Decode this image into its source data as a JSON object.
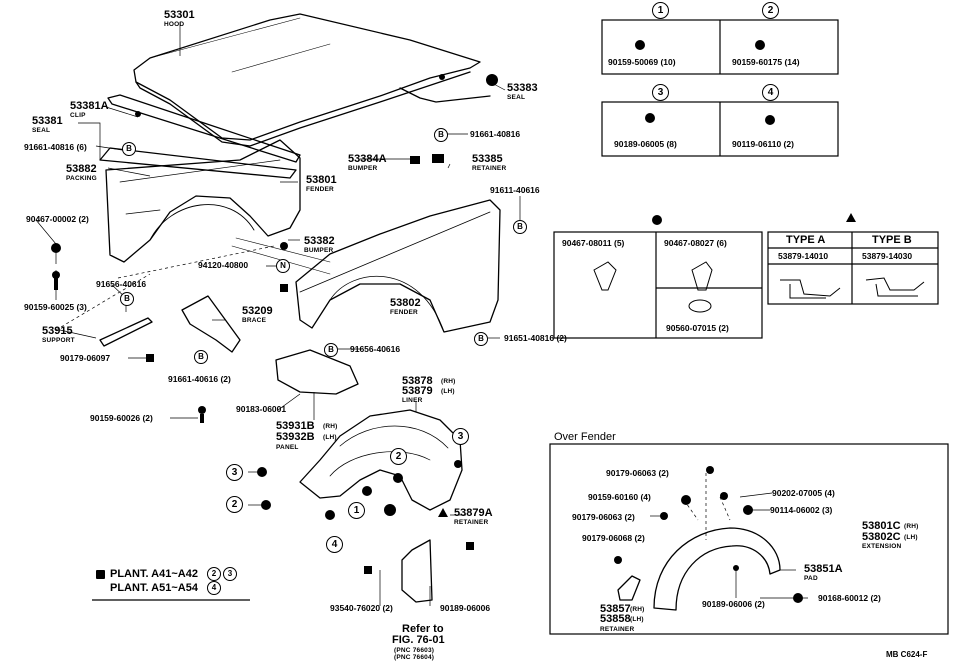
{
  "hood": {
    "num": "53301",
    "name": "HOOD"
  },
  "hood_seal": {
    "num": "53383",
    "name": "SEAL"
  },
  "clip": {
    "num": "53381A",
    "name": "CLIP"
  },
  "seal": {
    "num": "53381",
    "name": "SEAL"
  },
  "bolt_b1": {
    "num": "91661-40816 (6)"
  },
  "packing": {
    "num": "53882",
    "name": "PACKING"
  },
  "fender_lh": {
    "num": "53801",
    "name": "FENDER"
  },
  "bolt_b2": {
    "num": "91661-40816"
  },
  "bumper1": {
    "num": "53384A",
    "name": "BUMPER"
  },
  "retainer1": {
    "num": "53385",
    "name": "RETAINER"
  },
  "bolt_b3": {
    "num": "91611-40616"
  },
  "clip2": {
    "num": "90467-00002 (2)"
  },
  "bumper2": {
    "num": "53382",
    "name": "BUMPER"
  },
  "nut_n": {
    "num": "94120-40800"
  },
  "bolt_3": {
    "num": "90159-60025 (3)"
  },
  "bolt_b4": {
    "num": "91656-40616"
  },
  "fender_rh": {
    "num": "53802",
    "name": "FENDER"
  },
  "brace": {
    "num": "53209",
    "name": "BRACE"
  },
  "support": {
    "num": "53915",
    "name": "SUPPORT"
  },
  "clip3": {
    "num": "90179-06097"
  },
  "bolt_b5": {
    "num": "91656-40616"
  },
  "bolt_b6": {
    "num": "91651-40816 (2)"
  },
  "bolt_b7": {
    "num": "91661-40616 (2)"
  },
  "part_6001": {
    "num": "90183-06001"
  },
  "bolt_8": {
    "num": "90159-60026 (2)"
  },
  "liner": {
    "num_rh": "53878",
    "num_lh": "53879",
    "rh": "(RH)",
    "lh": "(LH)",
    "name": "LINER"
  },
  "panel": {
    "num_rh": "53931B",
    "num_lh": "53932B",
    "rh": "(RH)",
    "lh": "(LH)",
    "name": "PANEL"
  },
  "retainer2": {
    "num": "53879A",
    "name": "RETAINER"
  },
  "mudguard_part": {
    "num": "93540-76020 (2)"
  },
  "part_6006": {
    "num": "90189-06006"
  },
  "refer": {
    "line1": "Refer to",
    "line2": "FIG. 76-01",
    "pnc1": "(PNC 76603)",
    "pnc2": "(PNC 76604)"
  },
  "markers": {
    "one": "1",
    "two": "2",
    "three": "3",
    "four": "4",
    "b": "B",
    "n": "N"
  },
  "legend": {
    "line1": "PLANT. A41~A42",
    "line2": "PLANT. A51~A54"
  },
  "fastener_box": {
    "c1": "90159-50069 (10)",
    "c2": "90159-60175 (14)",
    "c3": "90189-06005 (8)",
    "c4": "90119-06110 (2)"
  },
  "clip_box": {
    "a": "90467-08011 (5)",
    "b": "90467-08027 (6)",
    "c": "90560-07015 (2)"
  },
  "type_table": {
    "headers": [
      "TYPE A",
      "TYPE B"
    ],
    "values": [
      "53879-14010",
      "53879-14030"
    ]
  },
  "over_fender": {
    "title": "Over Fender",
    "p1": "90179-06063 (2)",
    "p2": "90159-60160 (4)",
    "p3": "90179-06063 (2)",
    "p4": "90179-06068 (2)",
    "p5": "90202-07005 (4)",
    "p6": "90114-06002 (3)",
    "ext_rh": "53801C",
    "ext_lh": "53802C",
    "rh": "(RH)",
    "lh": "(LH)",
    "ext_name": "EXTENSION",
    "pad_num": "53851A",
    "pad_name": "PAD",
    "ret_rh": "53857",
    "ret_lh": "53858",
    "ret_name": "RETAINER",
    "p7": "90189-06006 (2)",
    "p8": "90168-60012 (2)"
  },
  "footer_code": "MB C624-F"
}
